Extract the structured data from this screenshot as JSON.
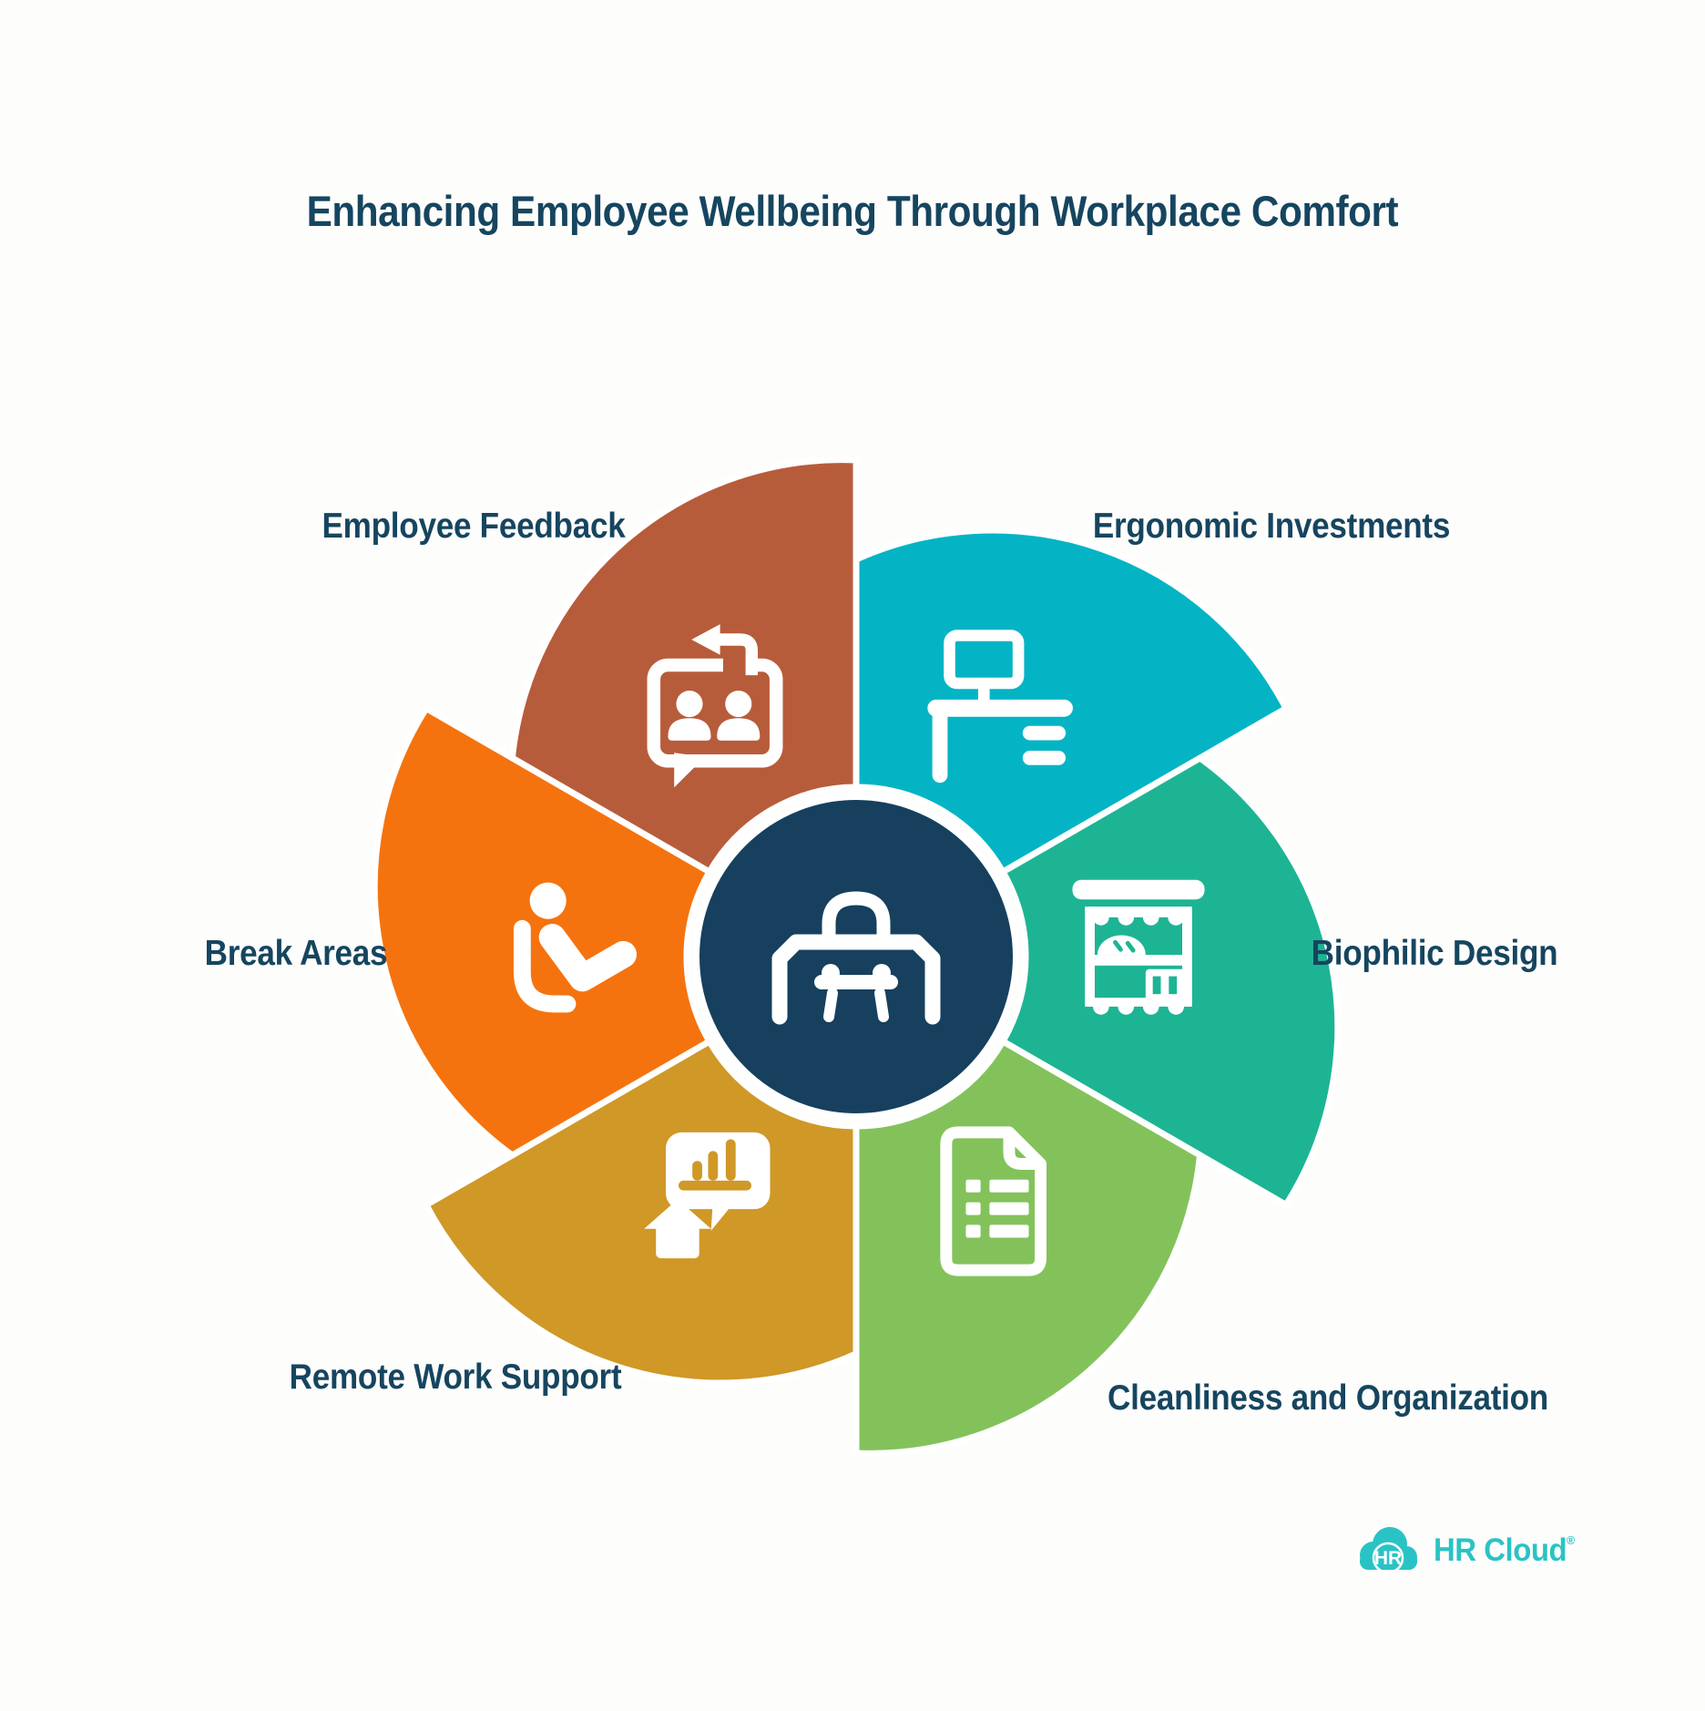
{
  "title": "Enhancing Employee Wellbeing Through Workplace Comfort",
  "text_color": "#16455f",
  "background_color": "#fdfdfc",
  "center": {
    "icon": "workspace-desk-icon",
    "color": "#16405e",
    "ring_color": "#ffffff"
  },
  "segments": [
    {
      "label": "Employee Feedback",
      "color": "#b75c3a",
      "icon": "feedback-chat-icon",
      "start_angle": 150
    },
    {
      "label": "Ergonomic Investments",
      "color": "#05b4c4",
      "icon": "ergonomic-desk-icon",
      "start_angle": 90
    },
    {
      "label": "Biophilic Design",
      "color": "#1db494",
      "icon": "biophilic-window-icon",
      "start_angle": 30
    },
    {
      "label": "Cleanliness and Organization",
      "color": "#83c25b",
      "icon": "cleanliness-checklist-icon",
      "start_angle": -30
    },
    {
      "label": "Remote Work Support",
      "color": "#cf9827",
      "icon": "remote-work-icon",
      "start_angle": -90
    },
    {
      "label": "Break Areas",
      "color": "#f5730e",
      "icon": "break-area-icon",
      "start_angle": -150
    }
  ],
  "logo": {
    "badge": "HR",
    "name": "HR Cloud",
    "mark": "®",
    "color": "#2ac3c5"
  }
}
